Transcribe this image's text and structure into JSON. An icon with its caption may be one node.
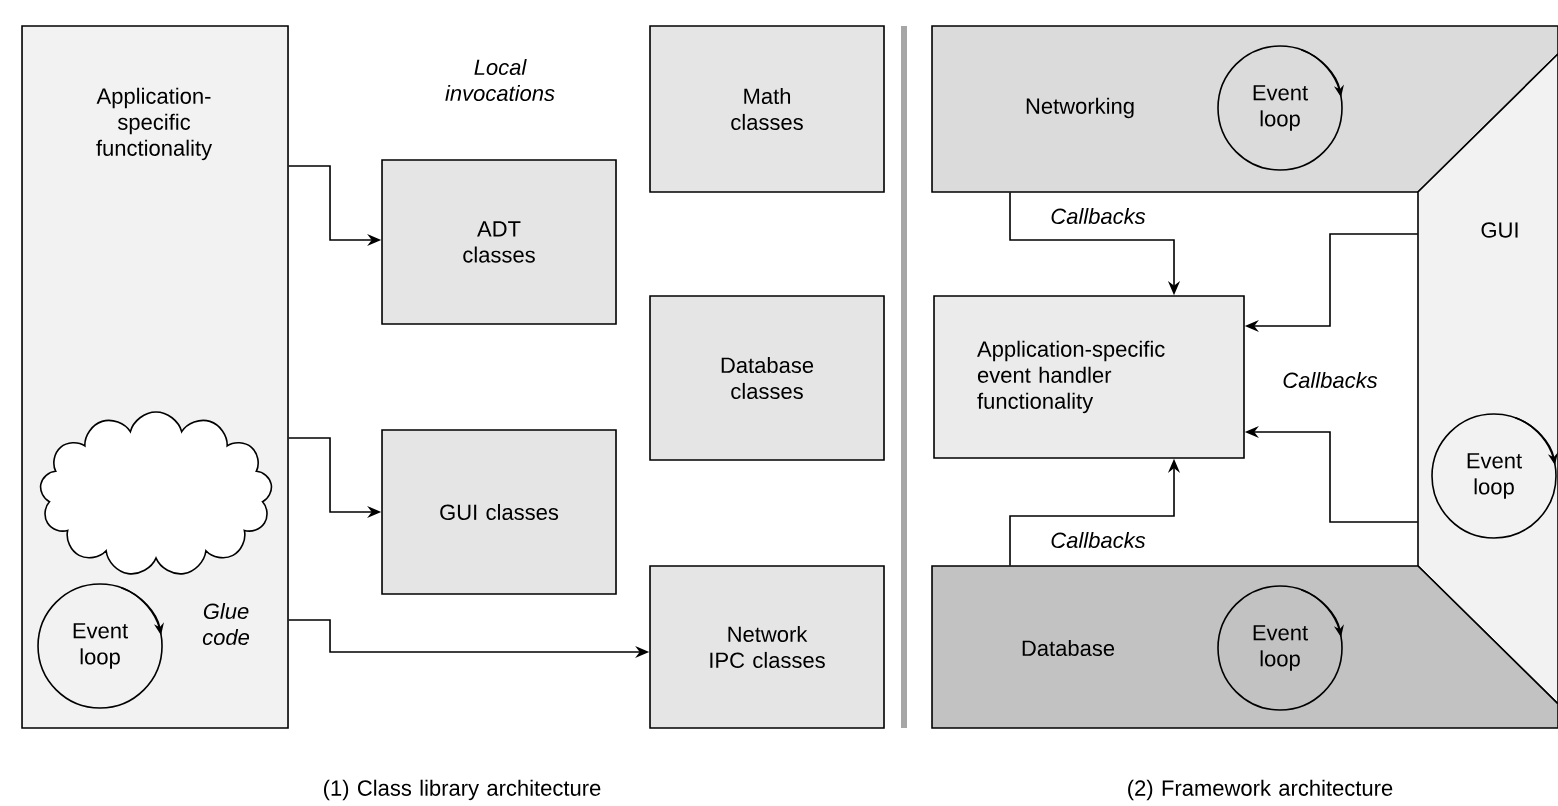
{
  "diagram": {
    "nodes": [
      {
        "text": [
          "Application-specific functionality"
        ]
      },
      {
        "text": [],
        "shape": "cloud",
        "in": 0
      },
      {
        "text": [
          "Event loop"
        ],
        "in": 0
      },
      {
        "text": [
          "ADT classes"
        ]
      },
      {
        "text": [
          "GUI classes"
        ]
      },
      {
        "text": [
          "Math classes"
        ]
      },
      {
        "text": [
          "Database classes"
        ]
      },
      {
        "text": [
          "Network IPC classes"
        ]
      },
      {
        "text": [
          "Networking"
        ]
      },
      {
        "text": [
          "Event loop"
        ],
        "in": 8
      },
      {
        "text": [
          "Application-specific event handler functionality"
        ]
      },
      {
        "text": [
          "GUI"
        ]
      },
      {
        "text": [
          "Event loop"
        ],
        "in": 11
      },
      {
        "text": [
          "Database"
        ]
      },
      {
        "text": [
          "Event loop"
        ],
        "in": 13
      }
    ],
    "edges": [
      {
        "from": 0,
        "to": 3,
        "arrow": "to"
      },
      {
        "from": 0,
        "to": 4,
        "arrow": "to"
      },
      {
        "from": 0,
        "to": 7,
        "arrow": "to"
      },
      {
        "from": 8,
        "to": 10,
        "arrow": "to",
        "label": "Callbacks"
      },
      {
        "from": 11,
        "to": 10,
        "arrow": "to",
        "label": "Callbacks"
      },
      {
        "from": 11,
        "to": 10,
        "arrow": "to"
      },
      {
        "from": 13,
        "to": 10,
        "arrow": "to",
        "label": "Callbacks"
      }
    ],
    "labels": [
      "Local invocations",
      "Glue code",
      "(1) Class library architecture",
      "(2) Framework architecture"
    ]
  }
}
